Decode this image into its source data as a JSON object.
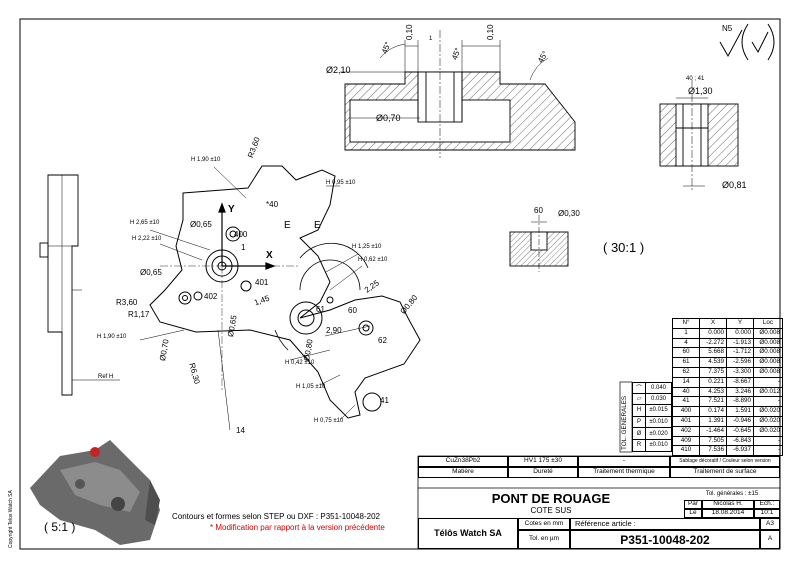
{
  "part": {
    "name": "PONT DE ROUAGE",
    "side": "COTE SUS",
    "number": "P351-10048-202",
    "rev": "A",
    "format": "A3"
  },
  "company": "Télôs Watch SA",
  "copyright": "Copyright Telos Watch SA",
  "material": {
    "value": "CuZn38Pb2",
    "label": "Matière"
  },
  "hardness": {
    "value": "HV1 175 ±30",
    "label": "Dureté"
  },
  "heat": {
    "value": "-",
    "label": "Traitement thermique"
  },
  "surface": {
    "note": "Sablage décoratif / Couleur selon version",
    "label": "Traitement de surface"
  },
  "tolerances": {
    "general": "Tol. générales : ±15",
    "vertical": "TOL. GENERALES"
  },
  "approvals": {
    "role": "Par",
    "name": "Nicolas H.",
    "date_label": "Le",
    "date": "18.08.2014",
    "scale_label": "Ech.:",
    "scale": "10:1"
  },
  "units": {
    "dims": "Cotes en mm",
    "tol": "Tol. en µm"
  },
  "article_label": "Référence article :",
  "notes": {
    "step": "Contours et formes selon STEP ou DXF : P351-10048-202",
    "modif": "* Modification par rapport à la version précédente"
  },
  "scales": {
    "detail": "( 30:1 )",
    "iso": "( 5:1 )"
  },
  "surface_finish": "N5",
  "table": {
    "headers": [
      "N°",
      "X",
      "Y",
      "Loc"
    ],
    "rows": [
      [
        "1",
        "0.000",
        "0.000",
        "Ø0.008"
      ],
      [
        "4",
        "-2.272",
        "-1.913",
        "Ø0.008"
      ],
      [
        "60",
        "5.668",
        "-1.712",
        "Ø0.008"
      ],
      [
        "61",
        "4.539",
        "-2.596",
        "Ø0.008"
      ],
      [
        "62",
        "7.375",
        "-3.300",
        "Ø0.008"
      ],
      [
        "14",
        "0.221",
        "-8.667",
        "-"
      ],
      [
        "40",
        "4.253",
        "3.246",
        "Ø0.012"
      ],
      [
        "41",
        "7.521",
        "-8.890",
        "-"
      ],
      [
        "400",
        "0.174",
        "1.591",
        "Ø0.020"
      ],
      [
        "401",
        "1.391",
        "-0.946",
        "Ø0.020"
      ],
      [
        "402",
        "-1.464",
        "-0.645",
        "Ø0.020"
      ],
      [
        "409",
        "7.505",
        "-6.843",
        "-"
      ],
      [
        "410",
        "7.536",
        "-6.937",
        "-"
      ]
    ]
  },
  "gtol": [
    {
      "sym": "⌒",
      "val": "0.040"
    },
    {
      "sym": "▱",
      "val": "0.030"
    },
    {
      "sym": "H",
      "val": "±0.015"
    },
    {
      "sym": "P",
      "val": "±0.010"
    },
    {
      "sym": "Ø",
      "val": "±0.020"
    },
    {
      "sym": "R",
      "val": "±0.010"
    }
  ],
  "labels": {
    "h190": "H 1,90 ±10",
    "r360a": "R3,60",
    "h095": "H 0,95 ±10",
    "d065a": "Ø0,65",
    "n400": "400",
    "n1": "1",
    "h265": "H 2,65 ±10",
    "h222": "H 2,22 ±10",
    "d065b": "Ø0,65",
    "n40": "*40",
    "e1": "E",
    "e2": "E",
    "y": "Y",
    "x": "X",
    "n401": "401",
    "n402": "402",
    "r360b": "R3,60",
    "r117": "R1,17",
    "h190b": "H 1,90 ±10",
    "d070": "Ø0,70",
    "r630": "R6,30",
    "d065c": "Ø0,65",
    "a145": "1,45",
    "h125": "H 1,25 ±10",
    "h062": "H 0,62 ±10",
    "d225": "2,25",
    "n61": "61",
    "n60": "60",
    "d080a": "Ø0,80",
    "d290": "2,90",
    "n62": "62",
    "d080b": "Ø0,80",
    "h042": "H 0,42 ±10",
    "h105": "H 1,05 ±10",
    "h075": "H 0,75 ±10",
    "n41": "41",
    "n14": "14",
    "refh": "Ref H",
    "s45a": "45°",
    "s010a": "0,10",
    "s1": "1",
    "s45b": "45°",
    "s010b": "0,10",
    "s45c": "45°",
    "d210": "Ø2,10",
    "d070s": "Ø0,70",
    "d4041": "40 ; 41",
    "d130": "Ø1,30",
    "d081": "Ø0,81",
    "d60": "60",
    "d030": "Ø0,30"
  }
}
